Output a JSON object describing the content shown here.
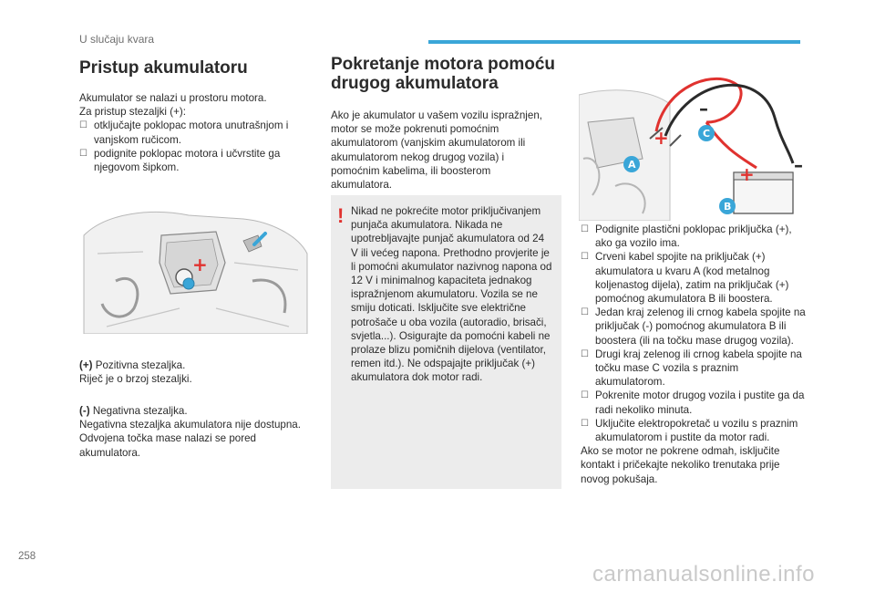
{
  "header": {
    "section": "U slučaju kvara",
    "accent": "#3aa6d8"
  },
  "page_number": "258",
  "watermark": "carmanualsonline.info",
  "left": {
    "title": "Pristup akumulatoru",
    "intro1": "Akumulator se nalazi u prostoru motora.",
    "intro2": "Za pristup stezaljki (+):",
    "bullets": [
      "otključajte poklopac motora unutrašnjom i vanjskom ručicom.",
      "podignite poklopac motora i učvrstite ga njegovom šipkom."
    ],
    "pos_sign": "(+)",
    "pos_label": " Pozitivna stezaljka.",
    "pos_desc": "Riječ je o brzoj stezaljki.",
    "neg_sign": "(-)",
    "neg_label": " Negativna stezaljka.",
    "neg_desc": "Negativna stezaljka akumulatora nije dostupna. Odvojena točka mase nalazi se pored akumulatora."
  },
  "middle": {
    "title": "Pokretanje motora pomoću drugog akumulatora",
    "intro": "Ako je akumulator u vašem vozilu ispražnjen, motor se može pokrenuti pomoćnim akumulatorom (vanjskim akumulatorom ili akumulatorom nekog drugog vozila) i pomoćnim kabelima, ili boosterom akumulatora.",
    "warning_mark": "!",
    "warning_color": "#e0322f",
    "warning": "Nikad ne pokrećite motor priključivanjem punjača akumulatora. Nikada ne upotrebljavajte punjač akumulatora od 24 V ili većeg napona. Prethodno provjerite je li pomoćni akumulator nazivnog napona od 12 V i minimalnog kapaciteta jednakog ispražnjenom akumulatoru. Vozila se ne smiju doticati. Isključite sve električne potrošače u oba vozila (autoradio, brisači, svjetla...). Osigurajte da pomoćni kabeli ne prolaze blizu pomičnih dijelova (ventilator, remen itd.). Ne odspajajte priključak (+) akumulatora dok motor radi."
  },
  "right": {
    "labels": {
      "a": "A",
      "b": "B",
      "c": "C",
      "plus": "+",
      "minus": "–"
    },
    "bullets": [
      "Podignite plastični poklopac priključka (+), ako ga vozilo ima.",
      "Crveni kabel spojite na priključak (+) akumulatora u kvaru A (kod metalnog koljenastog dijela), zatim na priključak (+) pomoćnog akumulatora B ili boostera.",
      "Jedan kraj zelenog ili crnog kabela spojite na priključak (-) pomoćnog akumulatora B ili boostera (ili na točku mase drugog vozila).",
      "Drugi kraj zelenog ili crnog kabela spojite na točku mase C vozila s praznim akumulatorom.",
      "Pokrenite motor drugog vozila i pustite ga da radi nekoliko minuta.",
      "Uključite elektropokretač u vozilu s praznim akumulatorom i pustite da motor radi."
    ],
    "closing": "Ako se motor ne pokrene odmah, isključite kontakt i pričekajte nekoliko trenutaka prije novog pokušaja."
  },
  "figure1": {
    "plus": "+"
  }
}
